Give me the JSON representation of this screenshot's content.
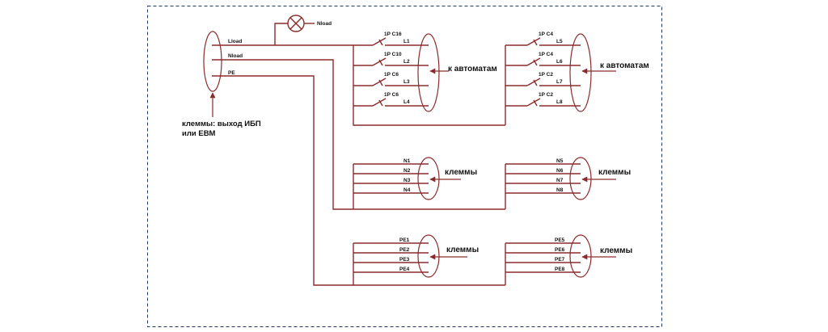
{
  "input": {
    "lload": "Lload",
    "nload": "Nload",
    "pe": "PE",
    "clamp_label_1": "клеммы: выход ИБП",
    "clamp_label_2": "или EBM"
  },
  "lamp": {
    "label": "Nload"
  },
  "breakers_left": [
    {
      "rating": "1P C16",
      "line": "L1"
    },
    {
      "rating": "1P C10",
      "line": "L2"
    },
    {
      "rating": "1P C6",
      "line": "L3"
    },
    {
      "rating": "1P C6",
      "line": "L4"
    }
  ],
  "breakers_right": [
    {
      "rating": "1P C4",
      "line": "L5"
    },
    {
      "rating": "1P C4",
      "line": "L6"
    },
    {
      "rating": "1P C2",
      "line": "L7"
    },
    {
      "rating": "1P C2",
      "line": "L8"
    }
  ],
  "to_breakers_label": "к автоматам",
  "neutral_left": [
    "N1",
    "N2",
    "N3",
    "N4"
  ],
  "neutral_right": [
    "N5",
    "N6",
    "N7",
    "N8"
  ],
  "pe_left": [
    "PE1",
    "PE2",
    "PE3",
    "PE4"
  ],
  "pe_right": [
    "PE5",
    "PE6",
    "PE7",
    "PE8"
  ],
  "clamps_label": "клеммы"
}
